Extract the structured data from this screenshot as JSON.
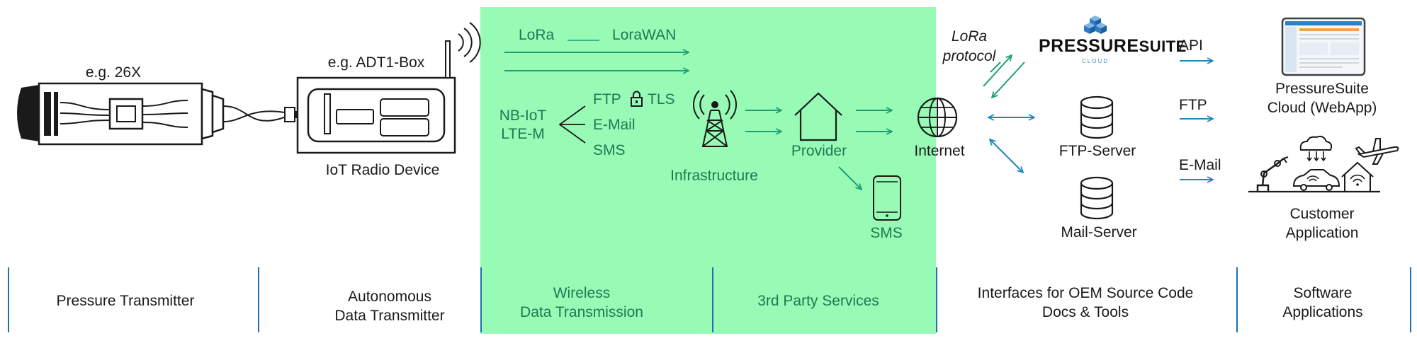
{
  "devices": {
    "transmitter_example": "e.g. 26X",
    "radio_example": "e.g. ADT1-Box",
    "radio_caption": "IoT Radio Device"
  },
  "wireless": {
    "lora": "LoRa",
    "lorawan": "LoraWAN",
    "nbiot_line1": "NB-IoT",
    "nbiot_line2": "LTE-M",
    "ftp": "FTP",
    "tls": "TLS",
    "email": "E-Mail",
    "sms": "SMS",
    "infrastructure": "Infrastructure",
    "provider": "Provider",
    "sms_phone": "SMS",
    "internet": "Internet",
    "lora_protocol_line1": "LoRa",
    "lora_protocol_line2": "protocol"
  },
  "interfaces": {
    "brand_pressure": "PRESSURE",
    "brand_suite": "SUITE",
    "brand_cloud": "CLOUD",
    "ftp_server": "FTP-Server",
    "mail_server": "Mail-Server",
    "api": "API",
    "ftp": "FTP",
    "email": "E-Mail"
  },
  "apps": {
    "cloud_line1": "PressureSuite",
    "cloud_line2": "Cloud (WebApp)",
    "customer_line1": "Customer",
    "customer_line2": "Application"
  },
  "categories": [
    {
      "line1": "",
      "line2": "Pressure Transmitter"
    },
    {
      "line1": "Autonomous",
      "line2": "Data Transmitter"
    },
    {
      "line1": "Wireless",
      "line2": "Data Transmission"
    },
    {
      "line1": "",
      "line2": "3rd Party Services"
    },
    {
      "line1": "Interfaces for OEM Source Code",
      "line2": "Docs & Tools"
    },
    {
      "line1": "Software",
      "line2": "Applications"
    }
  ],
  "colors": {
    "green_panel": "#97fbb6",
    "green_arrow": "#1fa074",
    "blue_arrow": "#1f88bd",
    "divider": "#1e6fb3"
  }
}
